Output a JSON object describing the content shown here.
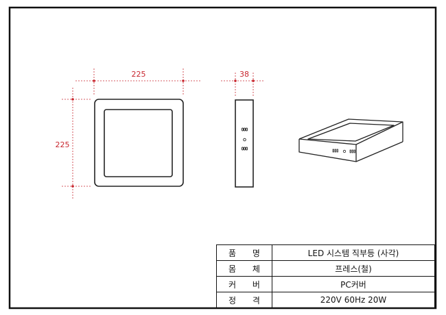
{
  "drawing": {
    "front_view": {
      "width": "225",
      "height": "225"
    },
    "side_view": {
      "depth": "38"
    },
    "colors": {
      "dimension": "#c8262e",
      "outline": "#111111"
    }
  },
  "spec_table": {
    "rows": [
      {
        "label": "품 명",
        "value": "LED 시스템 직부등 (사각)"
      },
      {
        "label": "몸 체",
        "value": "프레스(철)"
      },
      {
        "label": "커 버",
        "value": "PC커버"
      },
      {
        "label": "정 격",
        "value": "220V 60Hz 20W"
      }
    ]
  }
}
